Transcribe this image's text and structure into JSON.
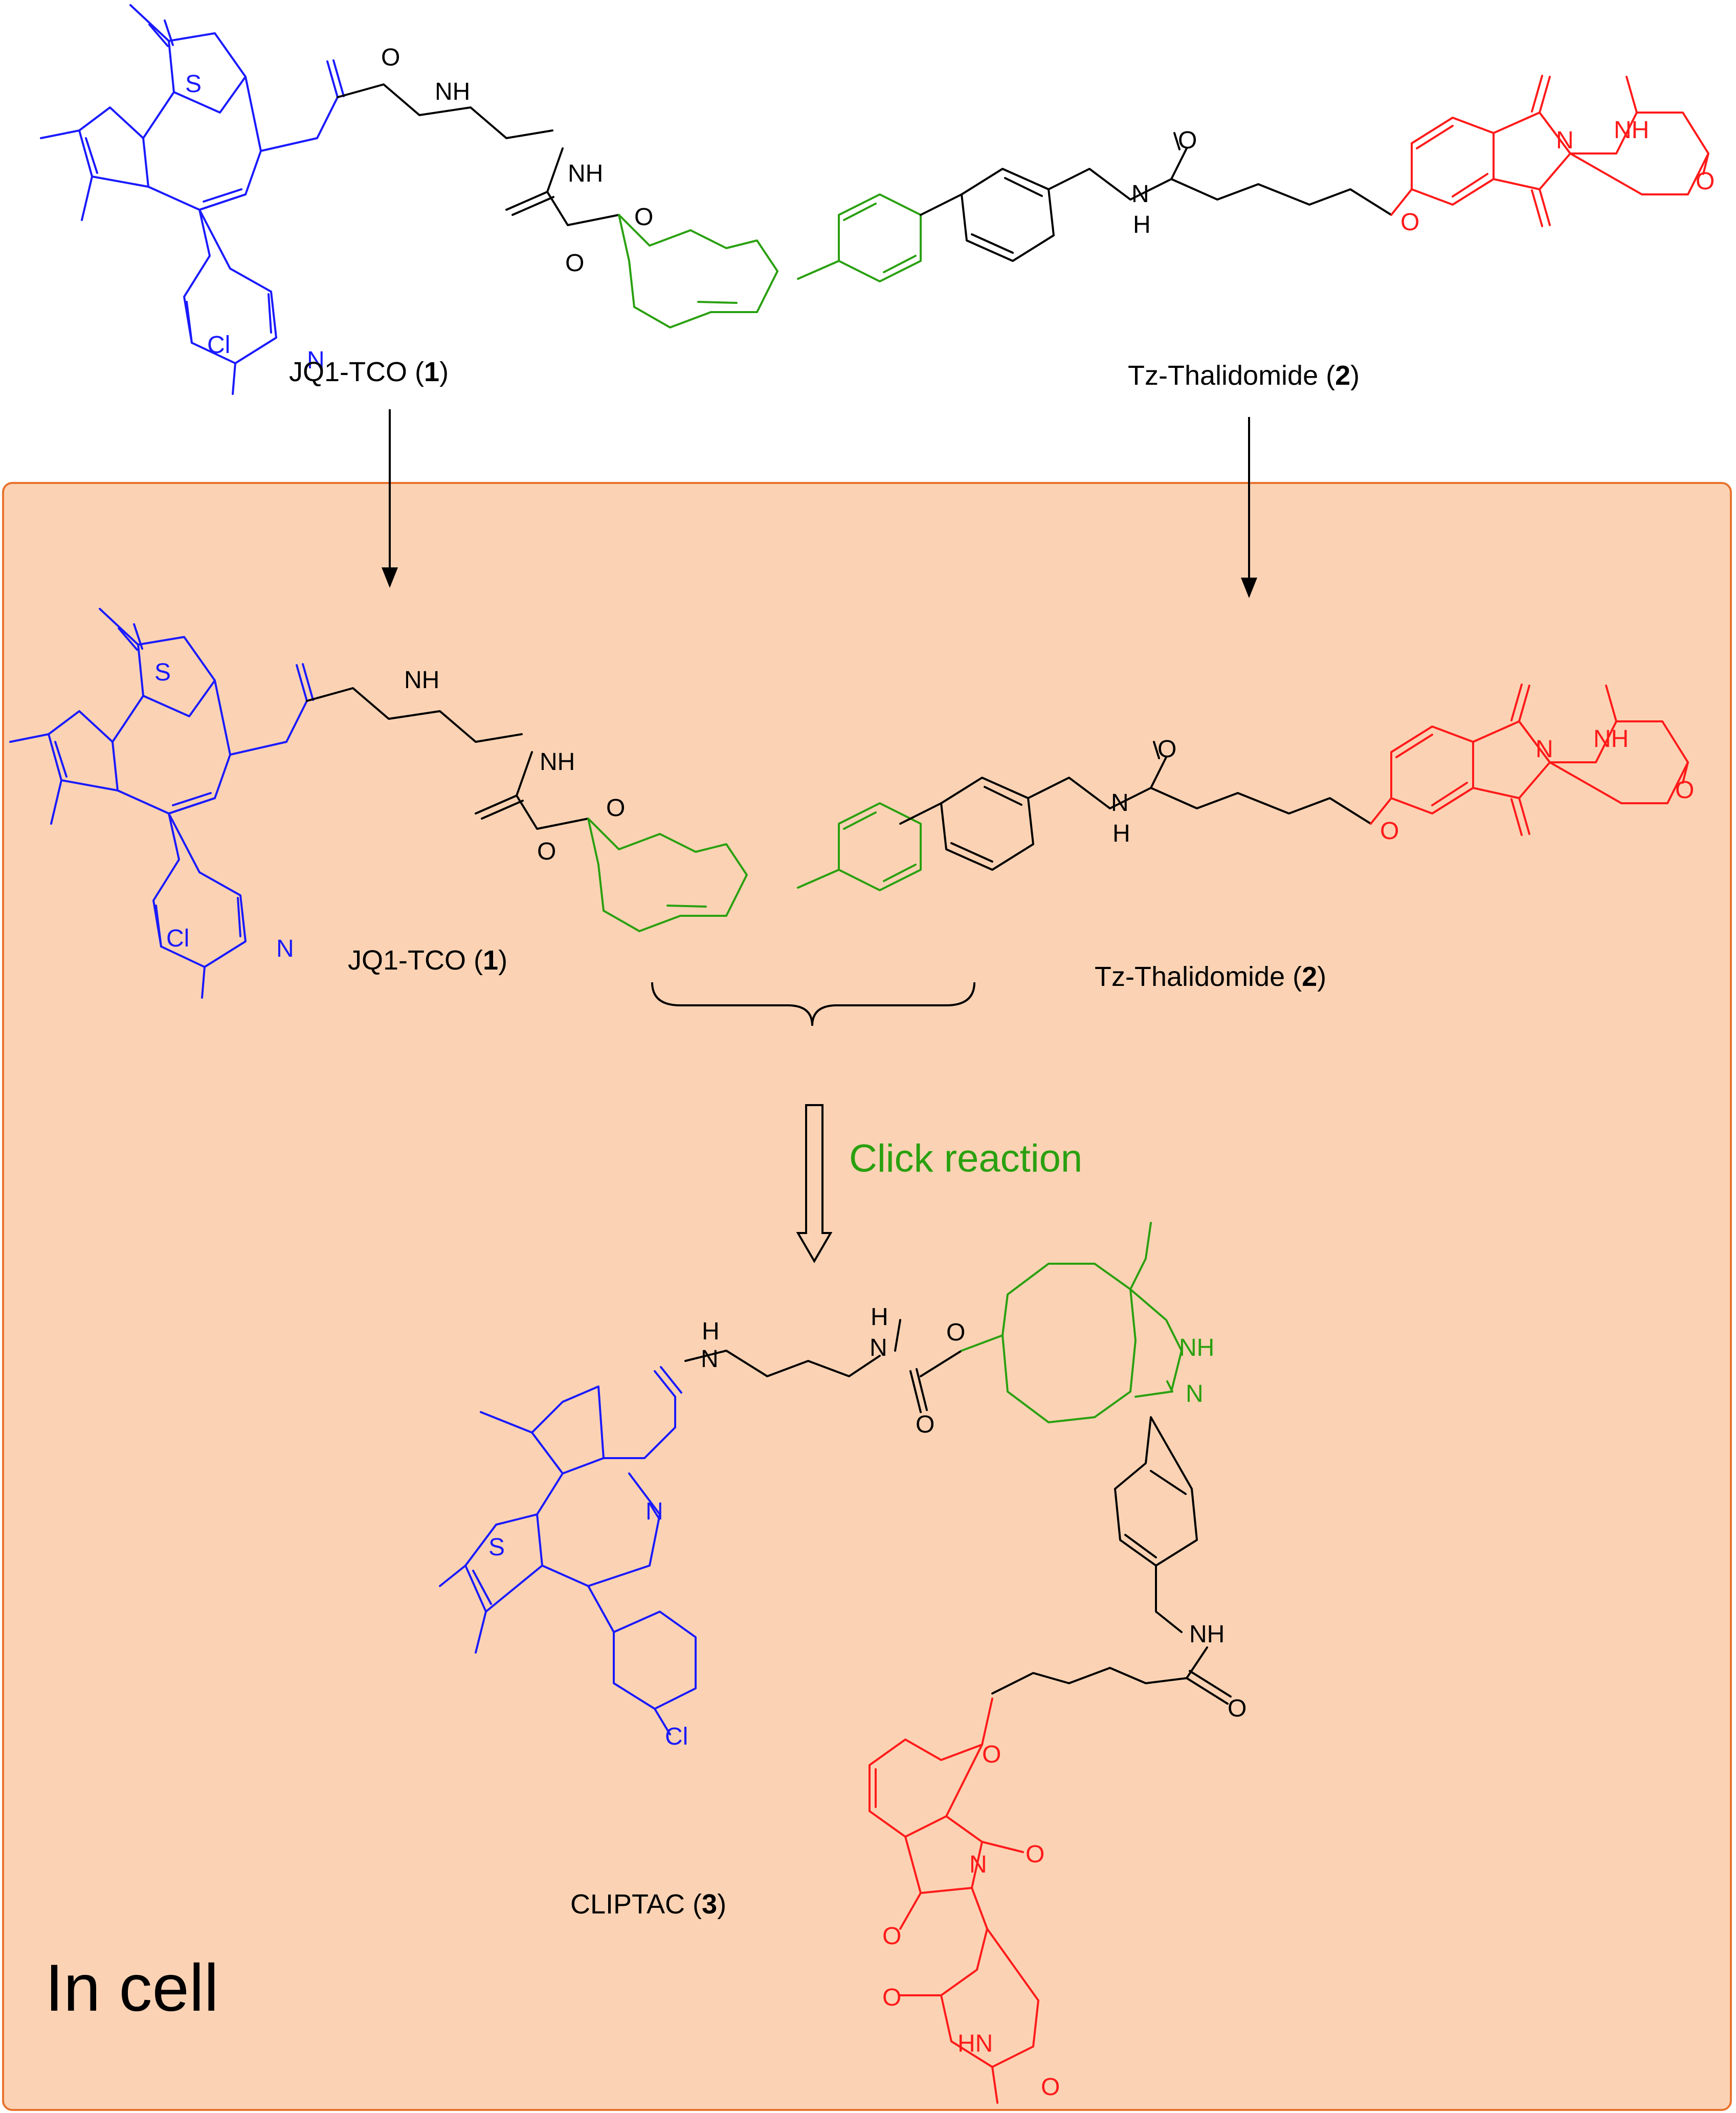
{
  "compounds": {
    "jq1_tco": {
      "name": "JQ1-TCO",
      "number": "1"
    },
    "tz_thalidomide": {
      "name": "Tz-Thalidomide",
      "number": "2"
    },
    "cliptac": {
      "name": "CLIPTAC",
      "number": "3"
    }
  },
  "reaction_label": "Click reaction",
  "region_label": "In cell",
  "atoms": {
    "S": "S",
    "N": "N",
    "NH": "NH",
    "H": "H",
    "O": "O",
    "Cl": "Cl",
    "HN": "HN"
  },
  "colors": {
    "jq1": "#1a1aff",
    "tco_tetrazine": "#2aa010",
    "thalidomide": "#ff1a1a",
    "linker": "#000000",
    "cell_fill": "#fbd3b4",
    "cell_border": "#e9732e",
    "reaction_label": "#2aa010"
  }
}
